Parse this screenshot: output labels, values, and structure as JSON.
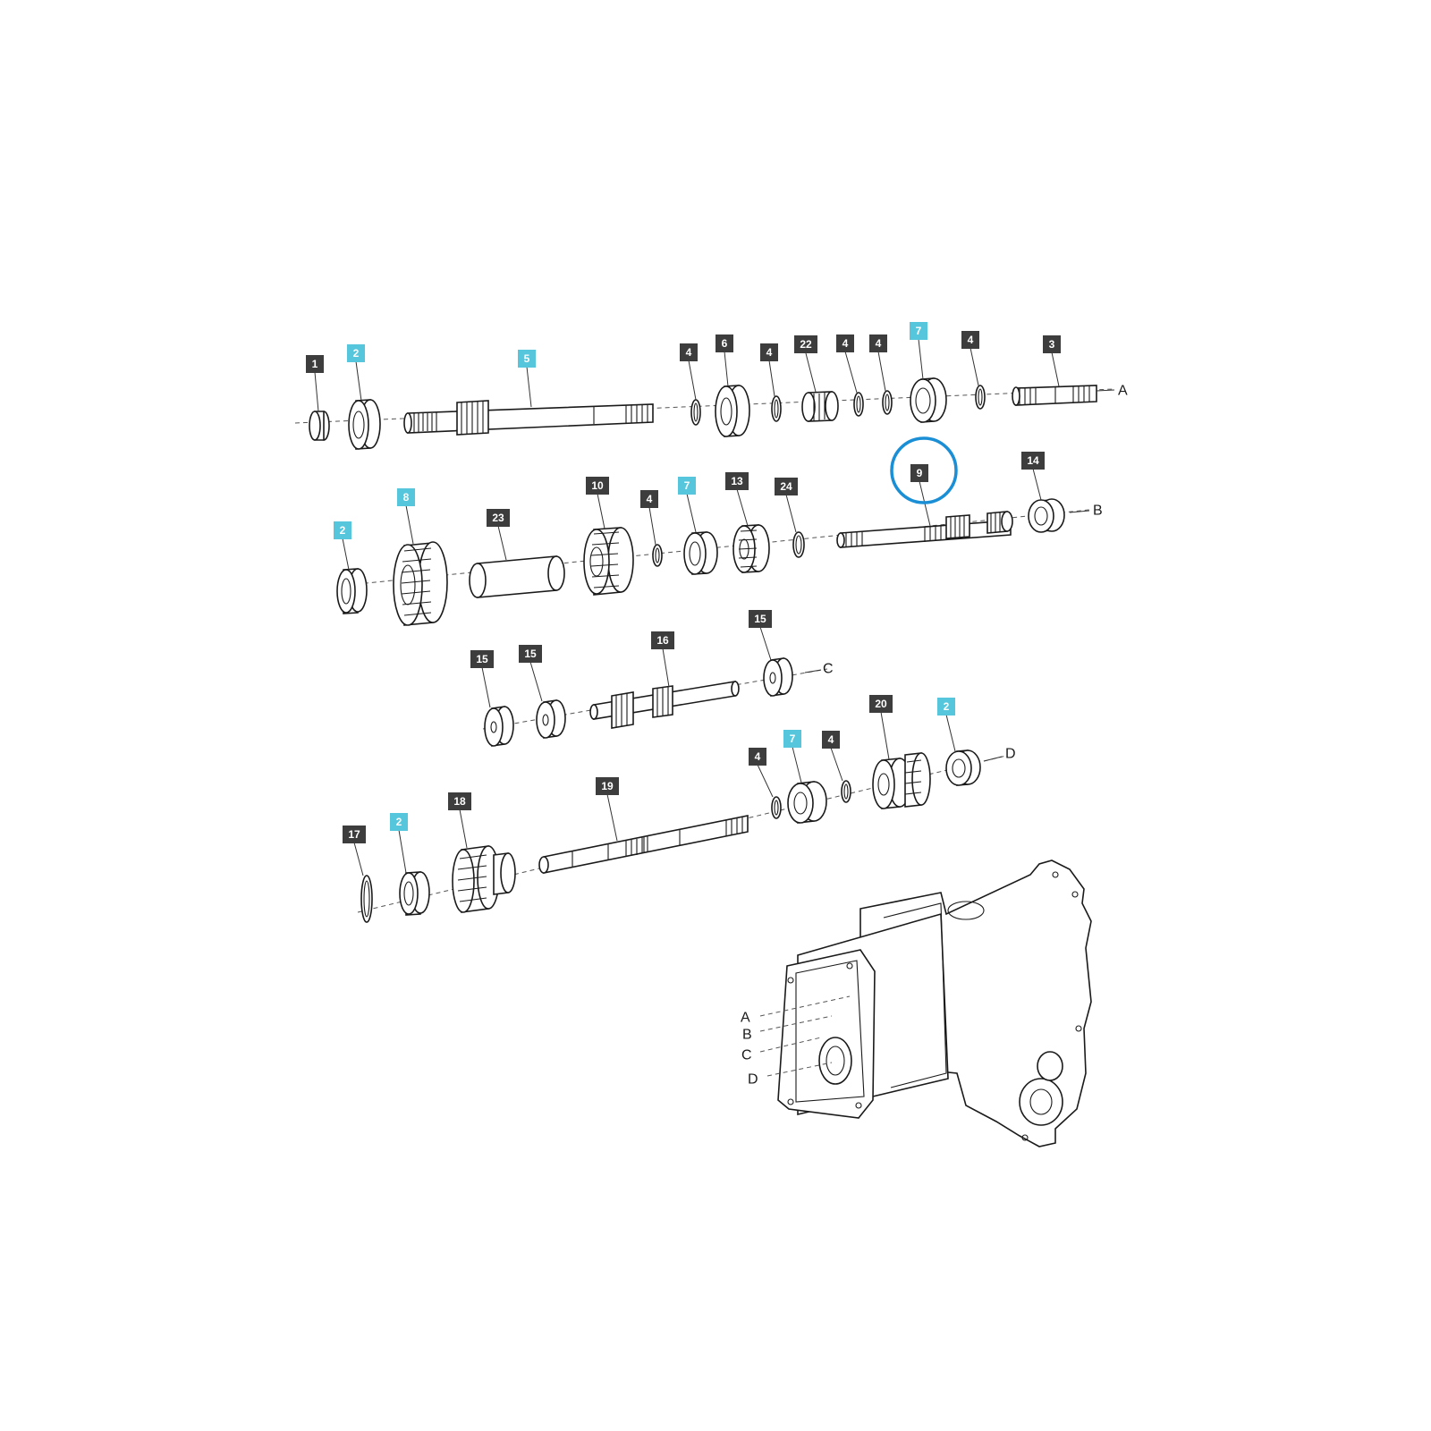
{
  "colors": {
    "tag_dark": "#3d3d3d",
    "tag_cyan": "#55c6dc",
    "highlight": "#1a8fd6"
  },
  "highlighted_part": "9",
  "callouts": {
    "r1": [
      "1",
      "2",
      "5",
      "4",
      "6",
      "4",
      "22",
      "4",
      "4",
      "7",
      "4",
      "3"
    ],
    "r2": [
      "2",
      "8",
      "23",
      "10",
      "4",
      "7",
      "13",
      "24",
      "9",
      "14"
    ],
    "r3": [
      "15",
      "15",
      "16",
      "15"
    ],
    "r4": [
      "17",
      "2",
      "18",
      "19",
      "4",
      "7",
      "4",
      "20",
      "2"
    ]
  },
  "refs": {
    "row_ends": [
      "A",
      "B",
      "C",
      "D"
    ],
    "housing": [
      "A",
      "B",
      "C",
      "D"
    ]
  }
}
